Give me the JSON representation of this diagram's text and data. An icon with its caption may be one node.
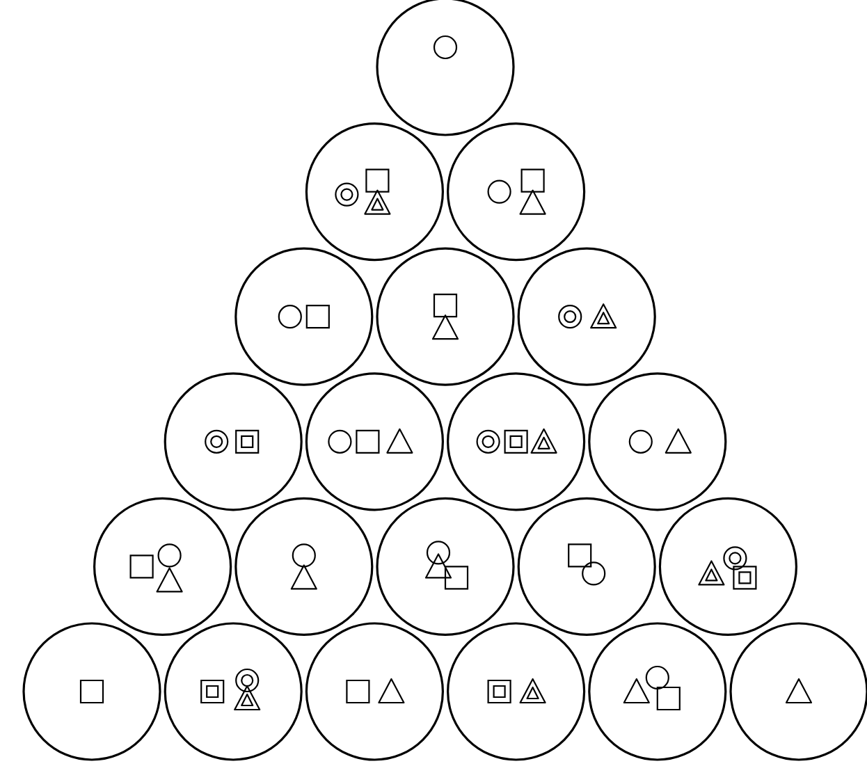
{
  "diagram": {
    "nodes": [
      {
        "text": [],
        "shape": "circle"
      },
      {
        "text": [],
        "shape": "circle"
      },
      {
        "text": [],
        "shape": "circle"
      },
      {
        "text": [],
        "shape": "circle"
      },
      {
        "text": [],
        "shape": "circle"
      },
      {
        "text": [],
        "shape": "circle"
      },
      {
        "text": [],
        "shape": "circle"
      },
      {
        "text": [],
        "shape": "circle"
      },
      {
        "text": [],
        "shape": "circle"
      },
      {
        "text": [],
        "shape": "circle"
      },
      {
        "text": [],
        "shape": "circle"
      },
      {
        "text": [],
        "shape": "circle"
      },
      {
        "text": [],
        "shape": "circle"
      },
      {
        "text": [],
        "shape": "circle"
      },
      {
        "text": [],
        "shape": "circle"
      },
      {
        "text": [],
        "shape": "circle"
      },
      {
        "text": [],
        "shape": "circle"
      },
      {
        "text": [],
        "shape": "circle"
      },
      {
        "text": [],
        "shape": "circle"
      },
      {
        "text": [],
        "shape": "circle"
      },
      {
        "text": [],
        "shape": "circle"
      }
    ]
  }
}
